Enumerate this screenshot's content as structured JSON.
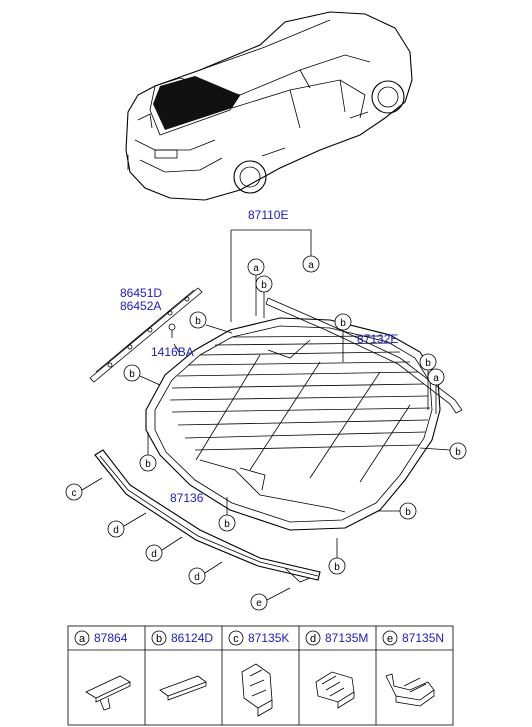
{
  "parts": {
    "glass": "87110E",
    "garnish_code_1": "86451D",
    "garnish_code_2": "86452A",
    "bolt": "1416BA",
    "moulding": "87132E",
    "lower_moulding": "87136"
  },
  "callout_letters": {
    "a": "a",
    "b": "b",
    "c": "c",
    "d": "d",
    "e": "e"
  },
  "legend": [
    {
      "letter": "a",
      "code": "87864"
    },
    {
      "letter": "b",
      "code": "86124D"
    },
    {
      "letter": "c",
      "code": "87135K"
    },
    {
      "letter": "d",
      "code": "87135M"
    },
    {
      "letter": "e",
      "code": "87135N"
    }
  ]
}
